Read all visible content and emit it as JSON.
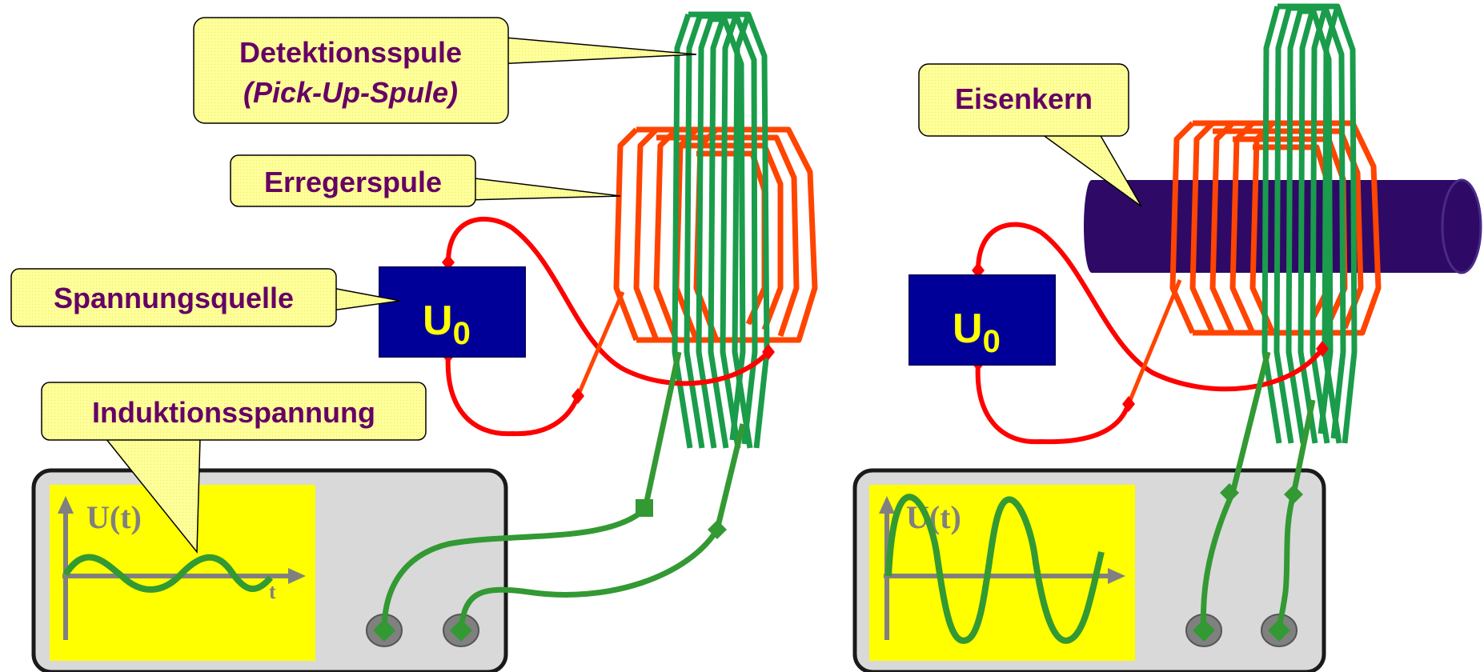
{
  "colors": {
    "callout_fill": "#ffff99",
    "callout_text": "#660066",
    "pickup_coil": "#1a9c4a",
    "excitation_coil": "#ff4400",
    "source_box": "#000099",
    "source_text": "#ffff00",
    "wire_red": "#ff0000",
    "wire_green": "#339933",
    "iron_core": "#2e0a66",
    "scope_body": "#d9d9d9",
    "scope_screen": "#ffff00",
    "signal": "#339933"
  },
  "left_setup": {
    "labels": {
      "pickup_coil_line1": "Detektionsspule",
      "pickup_coil_line2": "(Pick-Up-Spule)",
      "excitation_coil": "Erregerspule",
      "voltage_source": "Spannungsquelle",
      "induced_voltage": "Induktionsspannung"
    },
    "source": {
      "symbol": "U",
      "subscript": "0"
    },
    "scope": {
      "y_label": "U(t)",
      "x_label": "t",
      "signal_amplitude": "small"
    }
  },
  "right_setup": {
    "labels": {
      "iron_core": "Eisenkern"
    },
    "source": {
      "symbol": "U",
      "subscript": "0"
    },
    "scope": {
      "y_label": "U(t)",
      "signal_amplitude": "large"
    }
  }
}
